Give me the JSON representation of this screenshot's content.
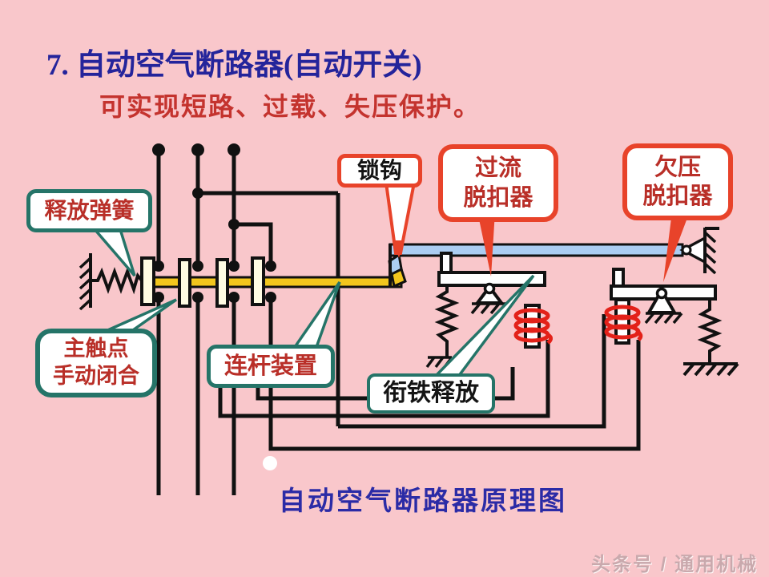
{
  "slide": {
    "title": "7. 自动空气断路器(自动开关)",
    "subtitle": "可实现短路、过载、失压保护。",
    "caption": "自动空气断路器原理图",
    "watermark": "头条号 / 通用机械"
  },
  "bubbles": {
    "release_spring": {
      "text": "释放弹簧"
    },
    "lock_hook": {
      "text": "锁钩"
    },
    "overcurrent_trip": {
      "line1": "过流",
      "line2": "脱扣器"
    },
    "undervoltage_trip": {
      "line1": "欠压",
      "line2": "脱扣器"
    },
    "main_contact": {
      "line1": "主触点",
      "line2": "手动闭合"
    },
    "linkage": {
      "text": "连杆装置"
    },
    "armature_release": {
      "text": "衔铁释放"
    }
  },
  "colors": {
    "background": "#f9c7cb",
    "title_navy": "#24249b",
    "subtitle_red": "#c4332e",
    "label_red": "#b92f28",
    "teal_border": "#257468",
    "red_border": "#e8432a",
    "yellow_bar": "#f2c61d",
    "blue_bar": "#abcdf2",
    "coil_red": "#e32119",
    "line_black": "#111111",
    "plate_ivory": "#fffce3",
    "watermark_gray": "#c9a9ad"
  }
}
